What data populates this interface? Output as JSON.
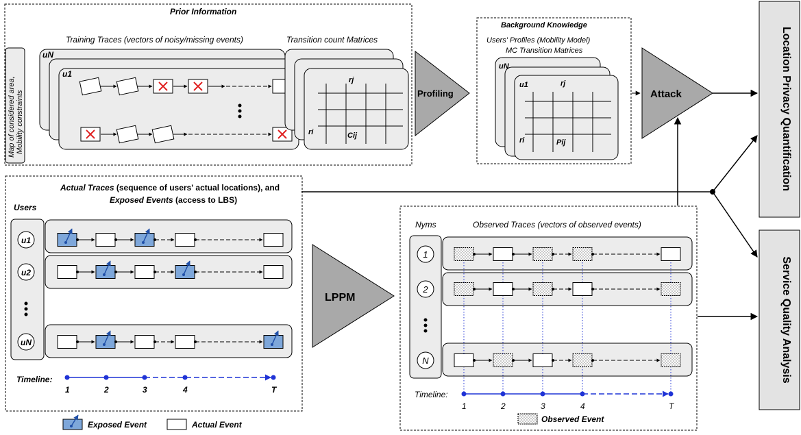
{
  "prior": {
    "title": "Prior Information",
    "training_traces": "Training Traces (vectors of noisy/missing events)",
    "transition_matrices": "Transition count Matrices",
    "map_line1": "Map of considered area,",
    "map_line2": "Mobility constraints",
    "user_n": "uN",
    "user_1": "u1",
    "rj": "rj",
    "ri": "ri",
    "cij": "Cij"
  },
  "profiling": "Profiling",
  "background": {
    "title": "Background Knowledge",
    "line1": "Users' Profiles (Mobility Model)",
    "line2": "MC Transition Matrices",
    "user_n": "uN",
    "user_1": "u1",
    "rj": "rj",
    "ri": "ri",
    "pij": "Pij"
  },
  "attack": "Attack",
  "lpq": "Location Privacy Quantification",
  "sqa": "Service Quality Analysis",
  "lppm": "LPPM",
  "actual": {
    "header_part1": "Actual Traces",
    "header_part2": "(sequence of users' actual locations), and",
    "header_part3": "Exposed Events",
    "header_part4": "(access to LBS)",
    "users_label": "Users",
    "users": [
      "u1",
      "u2",
      "uN"
    ],
    "timeline_label": "Timeline:",
    "timeline_ticks": [
      "1",
      "2",
      "3",
      "4",
      "T"
    ]
  },
  "observed": {
    "nyms_label": "Nyms",
    "header": "Observed Traces (vectors of observed events)",
    "nyms": [
      "1",
      "2",
      "N"
    ],
    "timeline_label": "Timeline:",
    "timeline_ticks": [
      "1",
      "2",
      "3",
      "4",
      "T"
    ]
  },
  "legend": {
    "exposed": "Exposed Event",
    "actual": "Actual Event",
    "observed": "Observed Event"
  },
  "colors": {
    "panel_gray": "#ececec",
    "exposed_blue": "#7ea7da",
    "timeline_blue": "#1f33d6",
    "triangle_gray": "#a9a9a9",
    "cross_red": "#e02020"
  }
}
